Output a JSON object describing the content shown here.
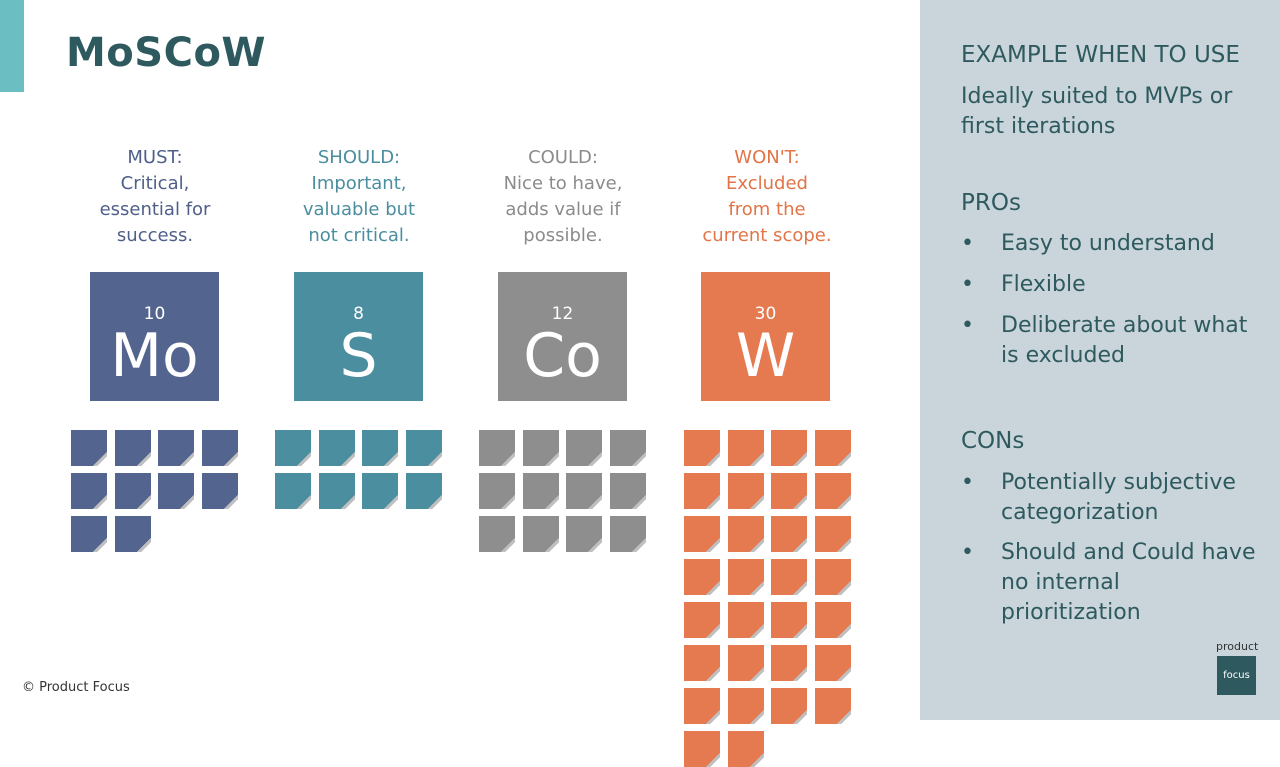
{
  "title": "MoSCoW",
  "columns": [
    {
      "id": "must",
      "head": "MUST:",
      "desc": [
        "Critical,",
        "essential for",
        "success."
      ],
      "number": "10",
      "symbol": "Mo",
      "count": 10,
      "color": "#53658f",
      "text_color": "#4f5f8a"
    },
    {
      "id": "should",
      "head": "SHOULD:",
      "desc": [
        "Important,",
        "valuable but",
        "not critical."
      ],
      "number": "8",
      "symbol": "S",
      "count": 8,
      "color": "#4a8e9f",
      "text_color": "#4a8e9f"
    },
    {
      "id": "could",
      "head": "COULD:",
      "desc": [
        "Nice to have,",
        "adds value if",
        "possible."
      ],
      "number": "12",
      "symbol": "Co",
      "count": 12,
      "color": "#8e8e8f",
      "text_color": "#8b8b8b"
    },
    {
      "id": "wont",
      "head": "WON'T:",
      "desc": [
        "Excluded",
        "from the",
        "current scope."
      ],
      "number": "30",
      "symbol": "W",
      "count": 30,
      "color": "#e57a50",
      "text_color": "#e27446"
    }
  ],
  "side": {
    "example_heading": "EXAMPLE WHEN TO USE",
    "example_text": "Ideally suited to MVPs or first iterations",
    "pros_heading": "PROs",
    "pros": [
      "Easy to understand",
      "Flexible",
      "Deliberate about what is excluded"
    ],
    "cons_heading": "CONs",
    "cons": [
      "Potentially subjective categorization",
      "Should and Could have no internal prioritization"
    ],
    "bullet": "•"
  },
  "footer": "© Product Focus",
  "brand": {
    "top": "product",
    "box": "focus"
  }
}
